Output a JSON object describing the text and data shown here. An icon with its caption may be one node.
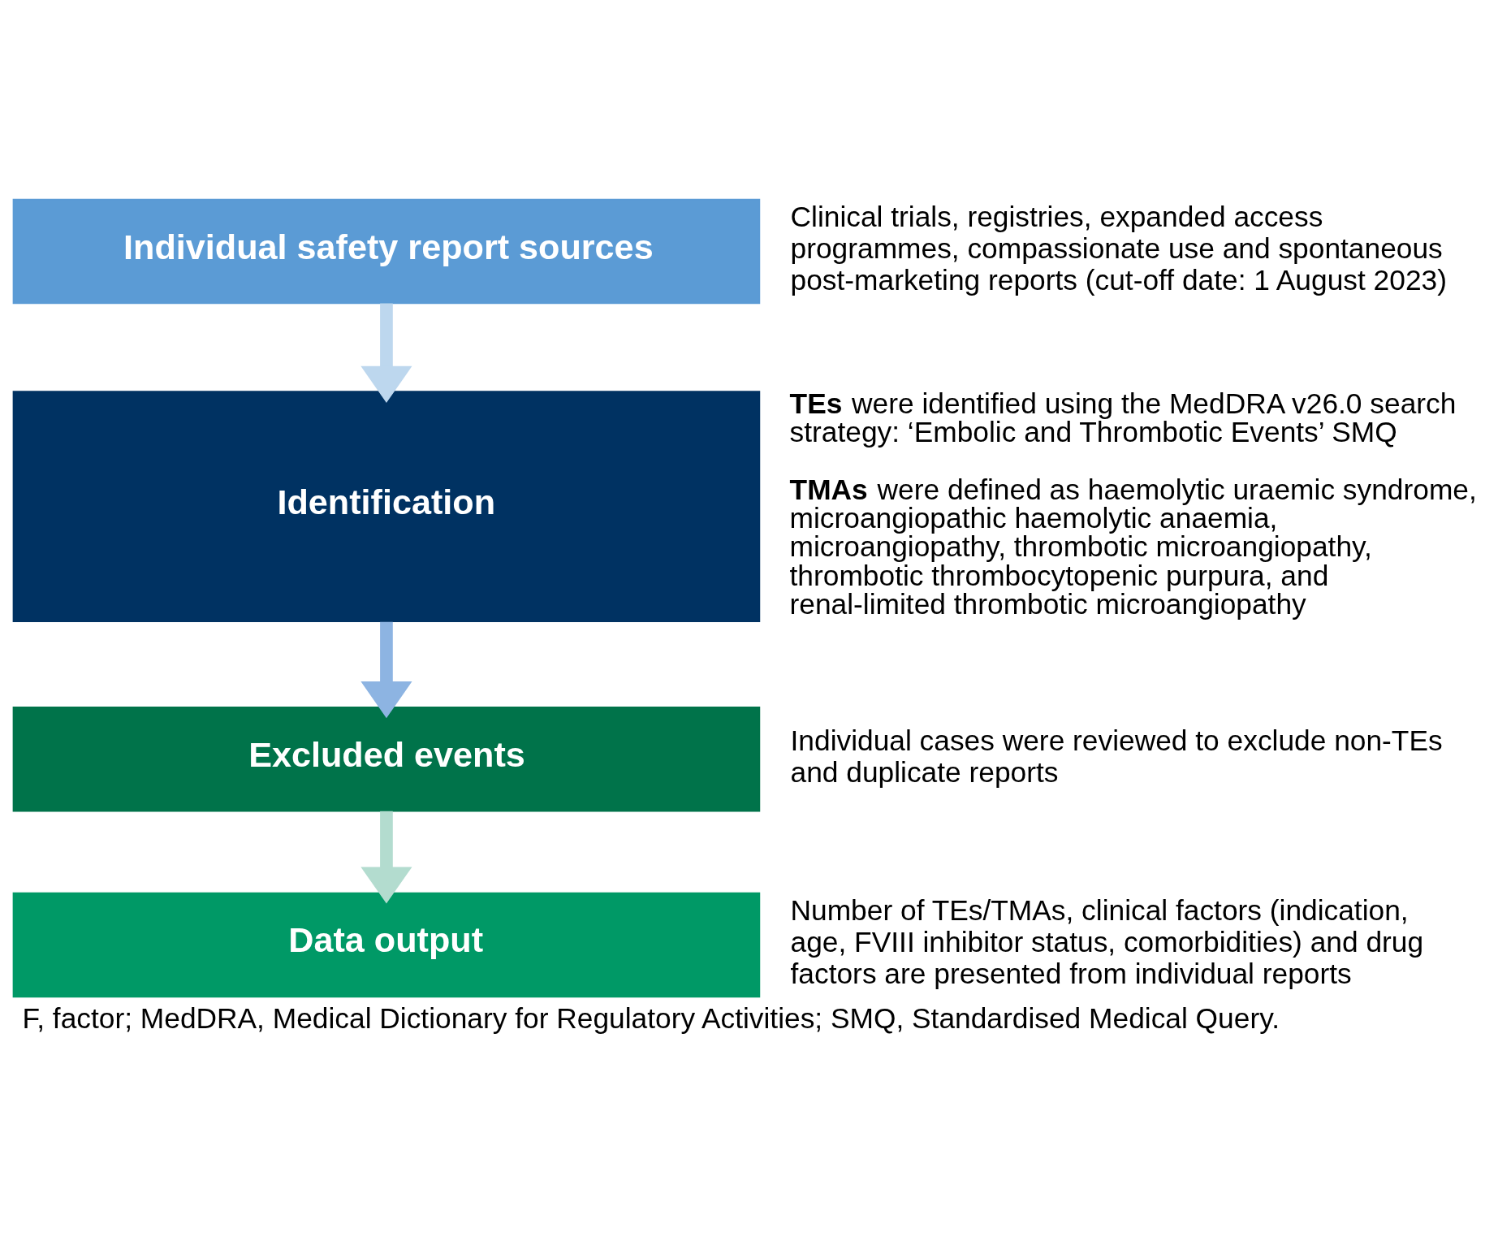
{
  "diagram": {
    "caption": "F, factor; MedDRA, Medical Dictionary for Regulatory Activities; SMQ, Standardised Medical Query.",
    "nodes": [
      {
        "text": [
          "Individual safety report sources"
        ],
        "beside": [
          "Clinical trials, registries, expanded access programmes, compassionate use and spontaneous post-marketing reports (cut-off date: 1 August 2023)"
        ]
      },
      {
        "text": [
          "Identification"
        ],
        "beside": [
          "**TEs** were identified using the MedDRA v26.0 search strategy: ‘Embolic and Thrombotic Events’ SMQ",
          "**TMAs** were defined as haemolytic uraemic syndrome, microangiopathic haemolytic anaemia, microangiopathy, thrombotic microangiopathy, thrombotic thrombocytopenic purpura, and renal-limited thrombotic microangiopathy"
        ]
      },
      {
        "text": [
          "Excluded events"
        ],
        "beside": [
          "Individual cases were reviewed to exclude non-TEs and duplicate reports"
        ]
      },
      {
        "text": [
          "Data output"
        ],
        "beside": [
          "Number of TEs/TMAs, clinical factors (indication, age, FVIII inhibitor status, comorbidities) and drug factors are presented from individual reports"
        ]
      }
    ],
    "edges": [
      {
        "from": 0,
        "to": 1,
        "arrow": "to",
        "color": "#bdd7ee"
      },
      {
        "from": 1,
        "to": 2,
        "arrow": "to",
        "color": "#8db4e2"
      },
      {
        "from": 2,
        "to": 3,
        "arrow": "to",
        "color": "#b3dccf"
      }
    ]
  }
}
